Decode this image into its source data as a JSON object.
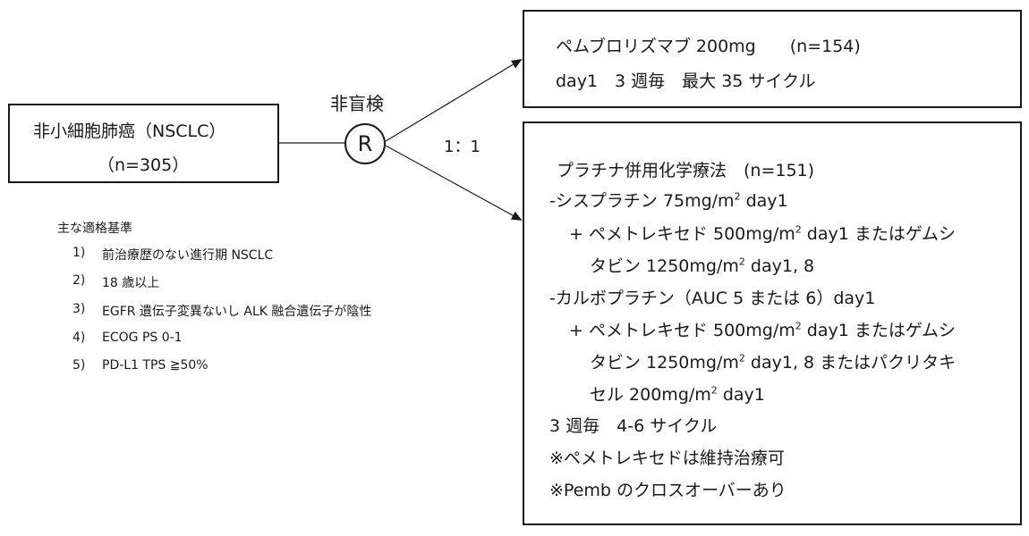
{
  "population": {
    "line1": "非小細胞肺癌（NSCLC）",
    "line2": "（n=305）"
  },
  "randomization": {
    "label": "非盲検",
    "symbol": "R",
    "ratio": "1：1"
  },
  "criteria": {
    "title": "主な適格基準",
    "items": [
      {
        "num": "1)",
        "text": "前治療歴のない進行期 NSCLC"
      },
      {
        "num": "2)",
        "text": "18 歳以上"
      },
      {
        "num": "3)",
        "text": "EGFR 遺伝子変異ないし ALK 融合遺伝子が陰性"
      },
      {
        "num": "4)",
        "text": "ECOG PS 0-1"
      },
      {
        "num": "5)",
        "text": "PD-L1 TPS ≧50%"
      }
    ]
  },
  "pembrolizumab_arm": {
    "line1": "ペムブロリズマブ  200mg　　(n=154)",
    "line2": "day1　3 週毎　最大 35 サイクル"
  },
  "chemo_arm": {
    "title": "プラチナ併用化学療法　(n=151)",
    "l2_a": "-シスプラチン  75mg/m",
    "l2_sup": "2",
    "l2_b": "  day1",
    "l3_a": "+ ペメトレキセド  500mg/m",
    "l3_sup": "2",
    "l3_b": " day1  またはゲムシ",
    "l4_a": "タビン  1250mg/m",
    "l4_sup": "2",
    "l4_b": "  day1, 8",
    "l5": "-カルボプラチン（AUC 5 または 6）day1",
    "l6_a": "+ ペメトレキセド  500mg/m",
    "l6_sup": "2",
    "l6_b": "   day1 またはゲムシ",
    "l7_a": "タビン  1250mg/m",
    "l7_sup": "2",
    "l7_b": " day1, 8 またはパクリタキ",
    "l8_a": "セル  200mg/m",
    "l8_sup": "2",
    "l8_b": "  day1",
    "l9": "3 週毎　4-6 サイクル",
    "l10": "※ペメトレキセドは維持治療可",
    "l11": "※Pemb のクロスオーバーあり"
  },
  "colors": {
    "stroke": "#1a1a1a",
    "background": "#ffffff"
  }
}
